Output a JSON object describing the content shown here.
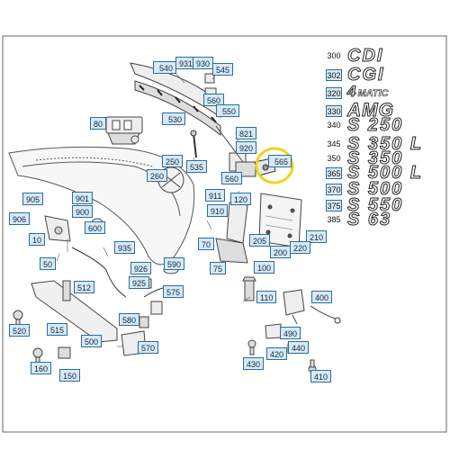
{
  "callouts": [
    "540",
    "931",
    "930",
    "545",
    "560",
    "550",
    "530",
    "80",
    "821",
    "920",
    "565",
    "535",
    "560",
    "250",
    "260",
    "911",
    "120",
    "910",
    "905",
    "906",
    "901",
    "900",
    "600",
    "10",
    "935",
    "50",
    "926",
    "925",
    "590",
    "575",
    "70",
    "75",
    "205",
    "210",
    "220",
    "200",
    "100",
    "512",
    "110",
    "400",
    "520",
    "515",
    "500",
    "580",
    "570",
    "490",
    "420",
    "440",
    "160",
    "150",
    "430",
    "410"
  ],
  "emblems": [
    {
      "code": "300",
      "text": "CDI"
    },
    {
      "code": "302",
      "text": "CGI"
    },
    {
      "code": "320",
      "text_small": "4",
      "text": "MATIC"
    },
    {
      "code": "330",
      "text": "AMG"
    },
    {
      "code": "340",
      "text": "S 250"
    },
    {
      "code": "345",
      "text": "S 350 L"
    },
    {
      "code": "350",
      "text": "S 350"
    },
    {
      "code": "365",
      "text": "S 500 L"
    },
    {
      "code": "370",
      "text": "S 500"
    },
    {
      "code": "375",
      "text": "S 550"
    },
    {
      "code": "385",
      "text": "S 63"
    }
  ],
  "colors": {
    "callout_fill": "#d7e9f5",
    "callout_border": "#2d6d9a",
    "highlight_ring": "#f2d21a",
    "line_art": "#333333"
  }
}
